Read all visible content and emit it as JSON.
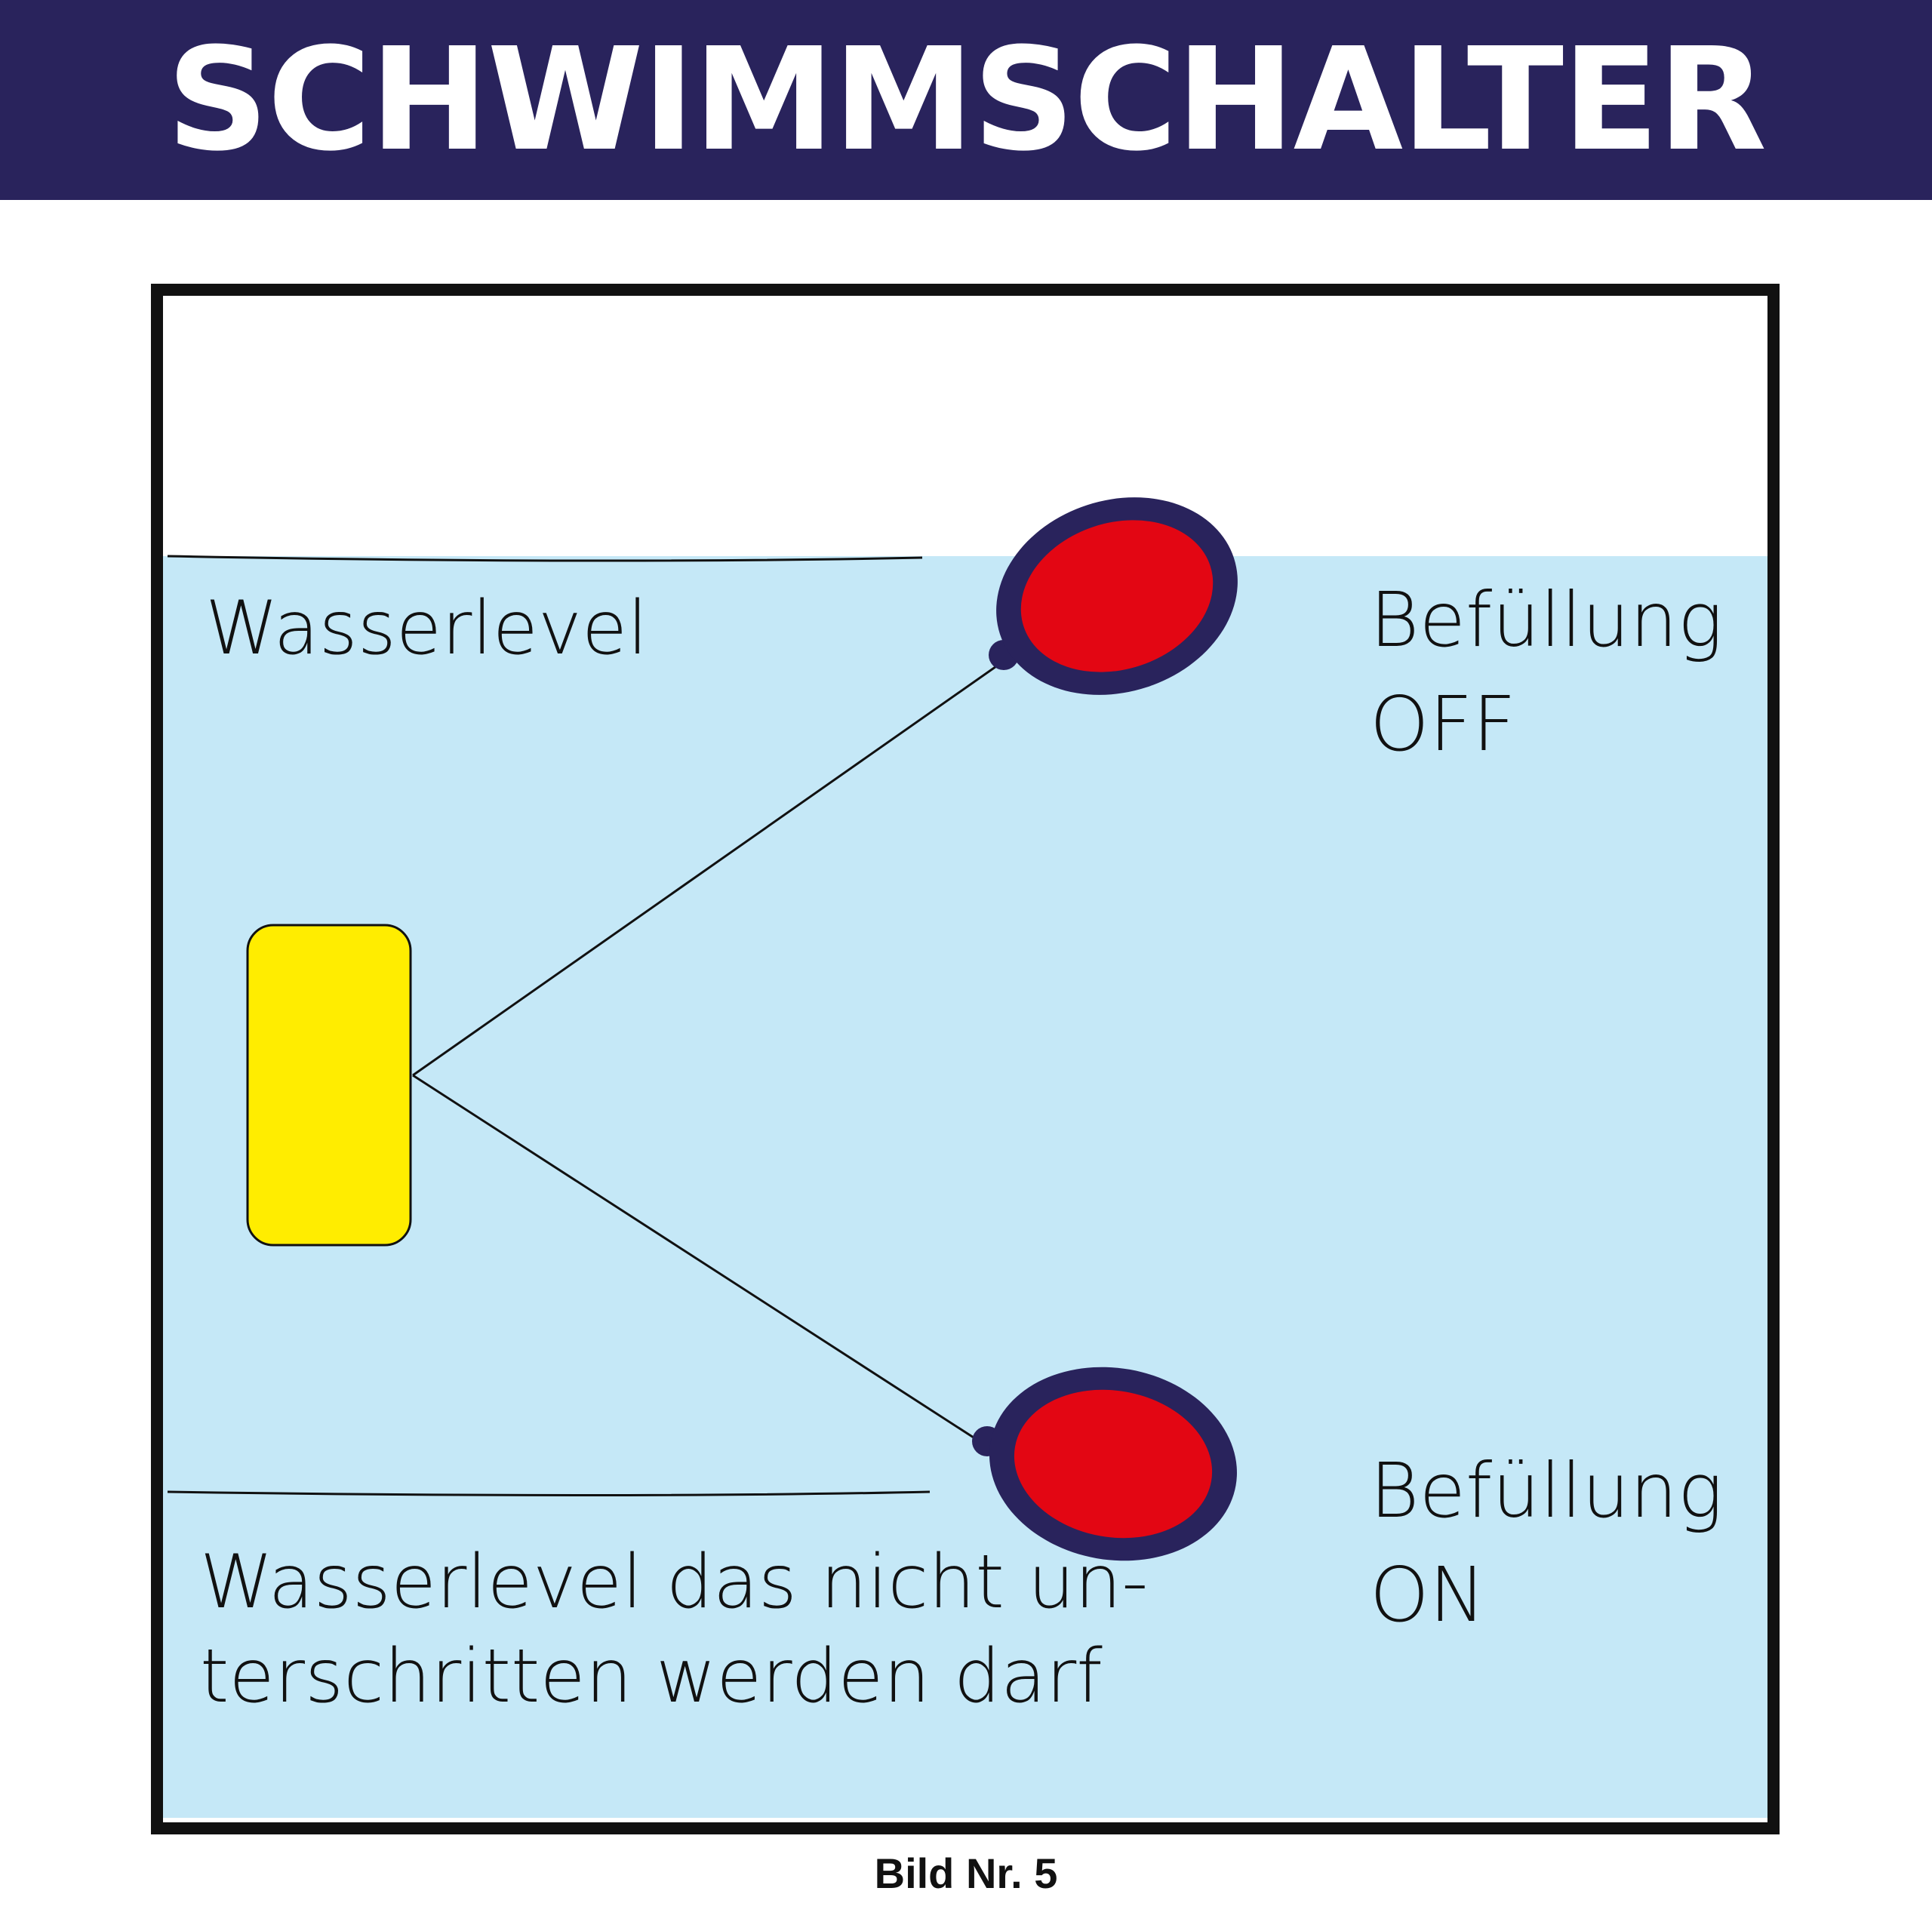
{
  "header": {
    "title": "SCHWIMMSCHALTER"
  },
  "labels": {
    "water_level": "Wasserlevel",
    "min_level_line1": "Wasserlevel das nicht un-",
    "min_level_line2": "terschritten werden darf",
    "off_line1": "Befüllung",
    "off_line2": "OFF",
    "on_line1": "Befüllung",
    "on_line2": "ON"
  },
  "caption": "Bild Nr. 5",
  "colors": {
    "header_bg": "#29235c",
    "water": "#c5e8f7",
    "float_fill": "#e30613",
    "float_border": "#29235c",
    "switch_body": "#ffed00",
    "tank_border": "#111111"
  }
}
